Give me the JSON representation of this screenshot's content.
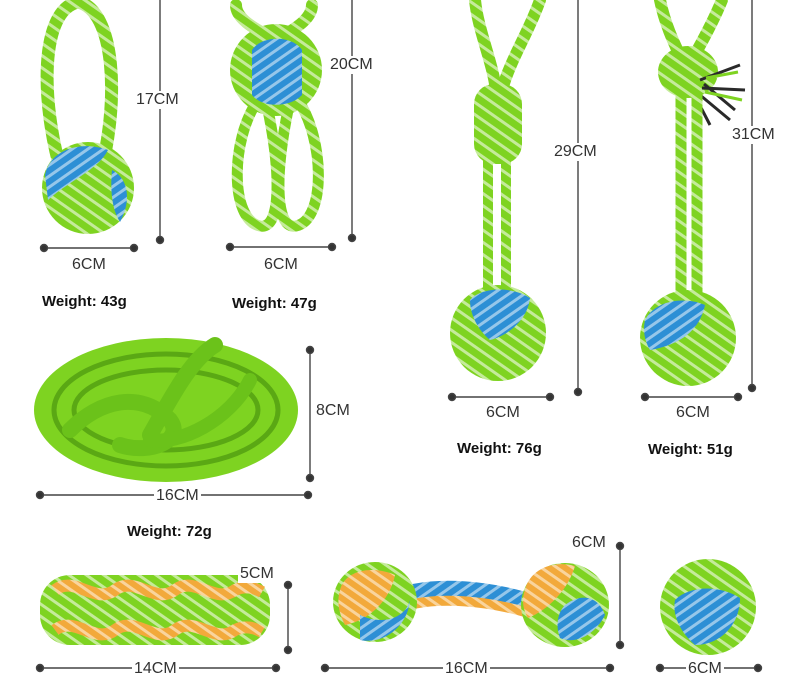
{
  "colors": {
    "rope_green": "#7ed321",
    "rope_green_dark": "#5aa814",
    "ball_blue": "#2d8fd5",
    "rope_orange": "#f2a93b",
    "dimension_line": "#444444",
    "background": "#ffffff"
  },
  "products": [
    {
      "name": "loop-ball",
      "height": "17CM",
      "width": "6CM",
      "weight": "Weight: 43g"
    },
    {
      "name": "double-loop-knot",
      "height": "20CM",
      "width": "6CM",
      "weight": "Weight: 47g"
    },
    {
      "name": "long-rope-ball",
      "height": "29CM",
      "width": "6CM",
      "weight": "Weight: 76g"
    },
    {
      "name": "long-rope-ball-tassel",
      "height": "31CM",
      "width": "6CM",
      "weight": "Weight: 51g"
    },
    {
      "name": "flip-flop-rope",
      "height": "8CM",
      "width": "16CM",
      "weight": "Weight: 72g"
    },
    {
      "name": "braided-stick",
      "height": "5CM",
      "width": "14CM"
    },
    {
      "name": "rope-dumbbell",
      "height": "6CM",
      "width": "16CM"
    },
    {
      "name": "small-ball",
      "width": "6CM"
    }
  ]
}
